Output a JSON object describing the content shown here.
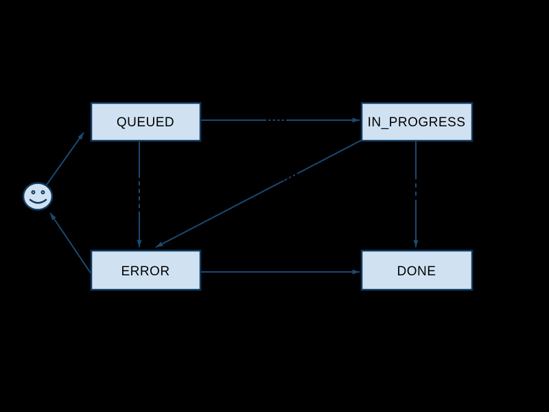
{
  "diagram": {
    "type": "state-machine",
    "nodes": {
      "start": {
        "id": "start",
        "icon": "smiley-face"
      },
      "queued": {
        "id": "queued",
        "label": "QUEUED"
      },
      "in_progress": {
        "id": "in_progress",
        "label": "IN_PROGRESS"
      },
      "error": {
        "id": "error",
        "label": "ERROR"
      },
      "done": {
        "id": "done",
        "label": "DONE"
      }
    },
    "edges": [
      {
        "from": "start",
        "to": "queued"
      },
      {
        "from": "queued",
        "to": "in_progress"
      },
      {
        "from": "queued",
        "to": "error"
      },
      {
        "from": "in_progress",
        "to": "error"
      },
      {
        "from": "in_progress",
        "to": "done"
      },
      {
        "from": "error",
        "to": "done"
      },
      {
        "from": "error",
        "to": "start"
      }
    ],
    "colors": {
      "background": "#000000",
      "node_fill": "#d0e2f2",
      "node_border": "#0e3a5f",
      "edge": "#1a4a74",
      "label_text": "#000000"
    }
  }
}
